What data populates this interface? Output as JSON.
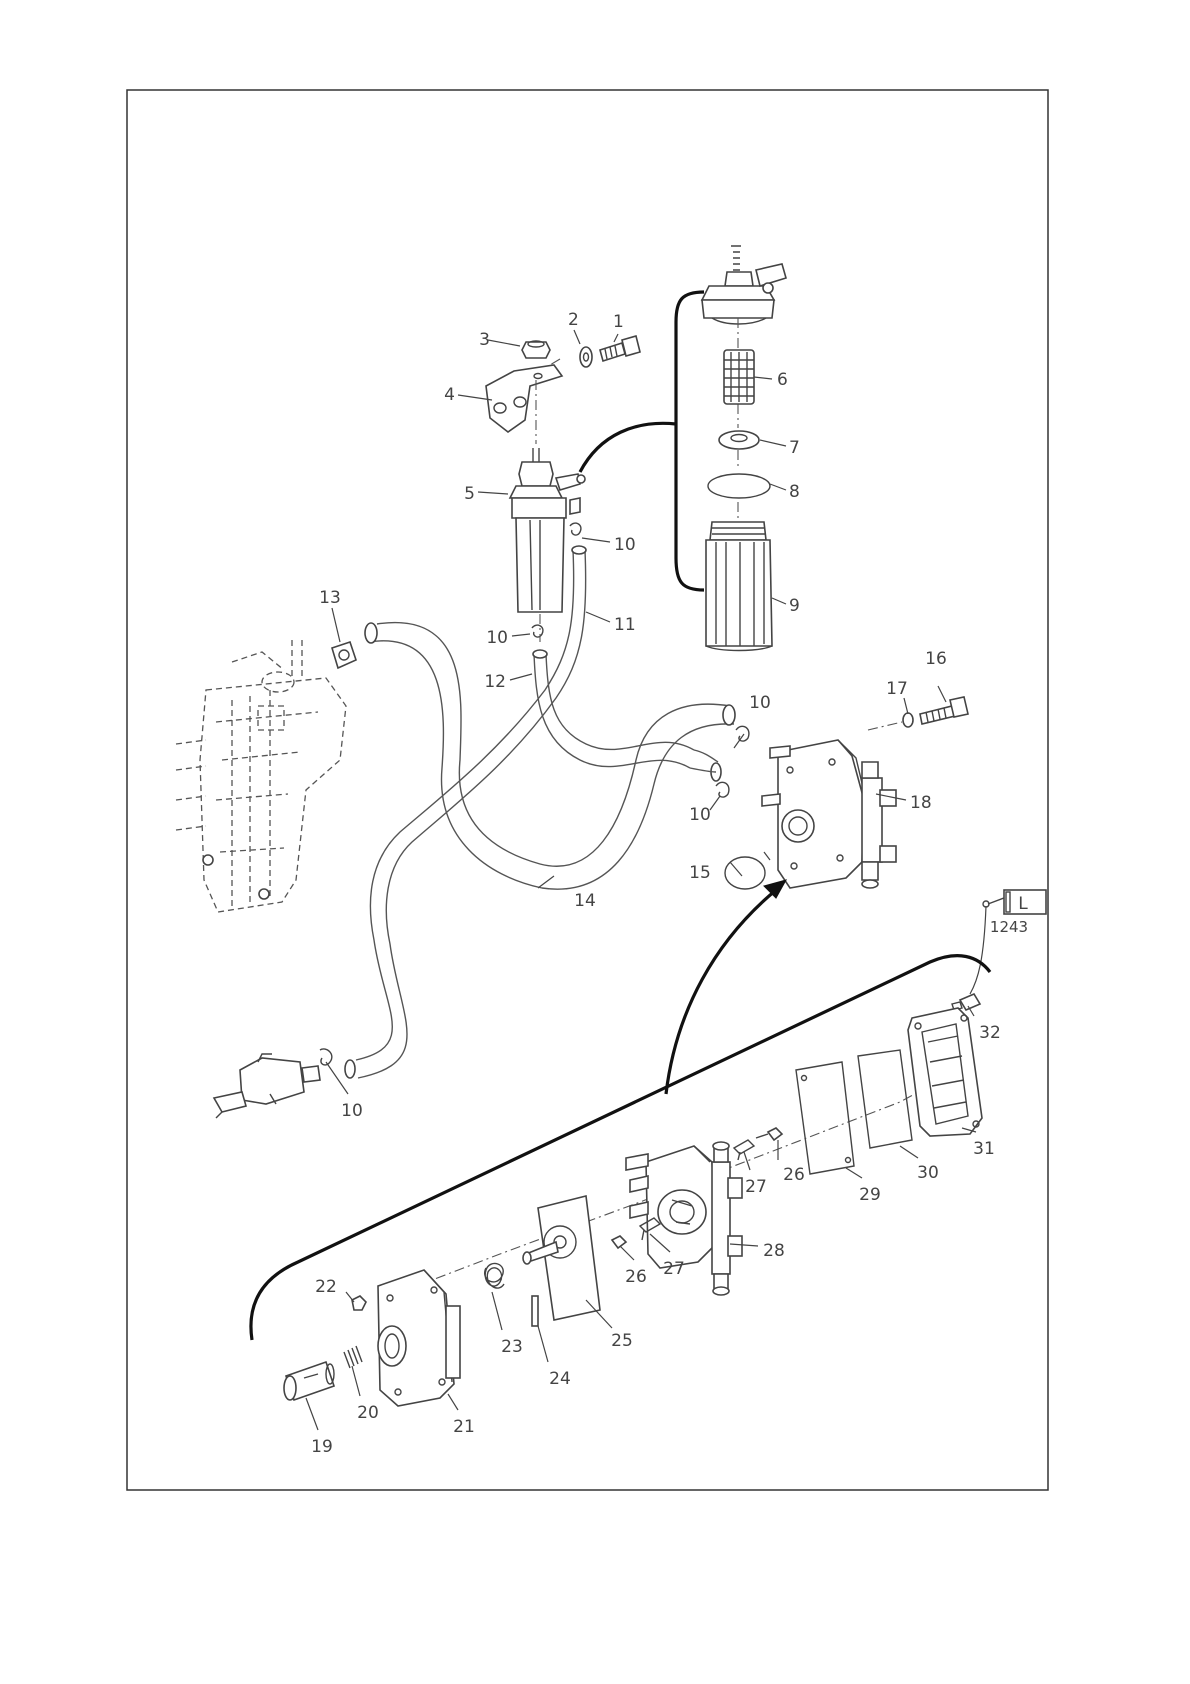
{
  "diagram": {
    "callouts": [
      {
        "id": "c1",
        "text": "1"
      },
      {
        "id": "c2",
        "text": "2"
      },
      {
        "id": "c3",
        "text": "3"
      },
      {
        "id": "c4",
        "text": "4"
      },
      {
        "id": "c5",
        "text": "5"
      },
      {
        "id": "c6",
        "text": "6"
      },
      {
        "id": "c7",
        "text": "7"
      },
      {
        "id": "c8",
        "text": "8"
      },
      {
        "id": "c9",
        "text": "9"
      },
      {
        "id": "c10a",
        "text": "10"
      },
      {
        "id": "c10b",
        "text": "10"
      },
      {
        "id": "c10c",
        "text": "10"
      },
      {
        "id": "c10d",
        "text": "10"
      },
      {
        "id": "c10e",
        "text": "10"
      },
      {
        "id": "c11",
        "text": "11"
      },
      {
        "id": "c12",
        "text": "12"
      },
      {
        "id": "c13",
        "text": "13"
      },
      {
        "id": "c14",
        "text": "14"
      },
      {
        "id": "c15",
        "text": "15"
      },
      {
        "id": "c16",
        "text": "16"
      },
      {
        "id": "c17",
        "text": "17"
      },
      {
        "id": "c18",
        "text": "18"
      },
      {
        "id": "c19",
        "text": "19"
      },
      {
        "id": "c20",
        "text": "20"
      },
      {
        "id": "c21",
        "text": "21"
      },
      {
        "id": "c22",
        "text": "22"
      },
      {
        "id": "c23",
        "text": "23"
      },
      {
        "id": "c24",
        "text": "24"
      },
      {
        "id": "c25",
        "text": "25"
      },
      {
        "id": "c26a",
        "text": "26"
      },
      {
        "id": "c26b",
        "text": "26"
      },
      {
        "id": "c27a",
        "text": "27"
      },
      {
        "id": "c27b",
        "text": "27"
      },
      {
        "id": "c28",
        "text": "28"
      },
      {
        "id": "c29",
        "text": "29"
      },
      {
        "id": "c30",
        "text": "30"
      },
      {
        "id": "c31",
        "text": "31"
      },
      {
        "id": "c32",
        "text": "32"
      }
    ],
    "loctite": {
      "symbol": "L",
      "number": "1243"
    }
  }
}
